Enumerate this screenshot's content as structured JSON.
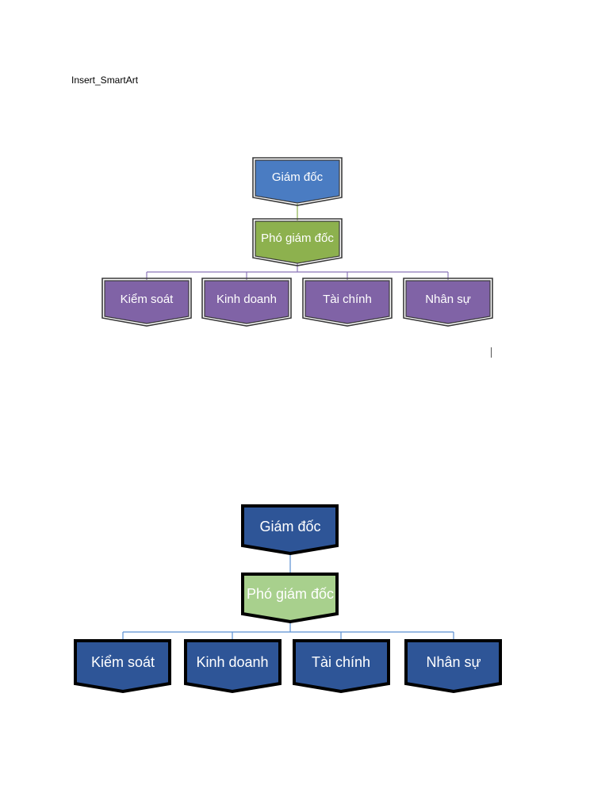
{
  "document": {
    "caption": "Insert_SmartArt"
  },
  "chart1": {
    "colors": {
      "ceo": "#4a7cc2",
      "deputy": "#8db14e",
      "dept": "#8063a6",
      "connector_top": "#8db14e",
      "connector": "#8a76b6",
      "outline": "#3a3a3a",
      "text": "#ffffff"
    },
    "ceo": "Giám đốc",
    "deputy": "Phó giám đốc",
    "departments": [
      "Kiểm soát",
      "Kinh doanh",
      "Tài chính",
      "Nhân sự"
    ]
  },
  "chart2": {
    "colors": {
      "ceo": "#2e5597",
      "deputy": "#a8d08d",
      "dept": "#2e5597",
      "connector": "#5b8fd1",
      "outline": "#000000",
      "text": "#ffffff"
    },
    "ceo": "Giám đốc",
    "deputy": "Phó giám đốc",
    "departments": [
      "Kiểm soát",
      "Kinh doanh",
      "Tài chính",
      "Nhân sự"
    ]
  }
}
